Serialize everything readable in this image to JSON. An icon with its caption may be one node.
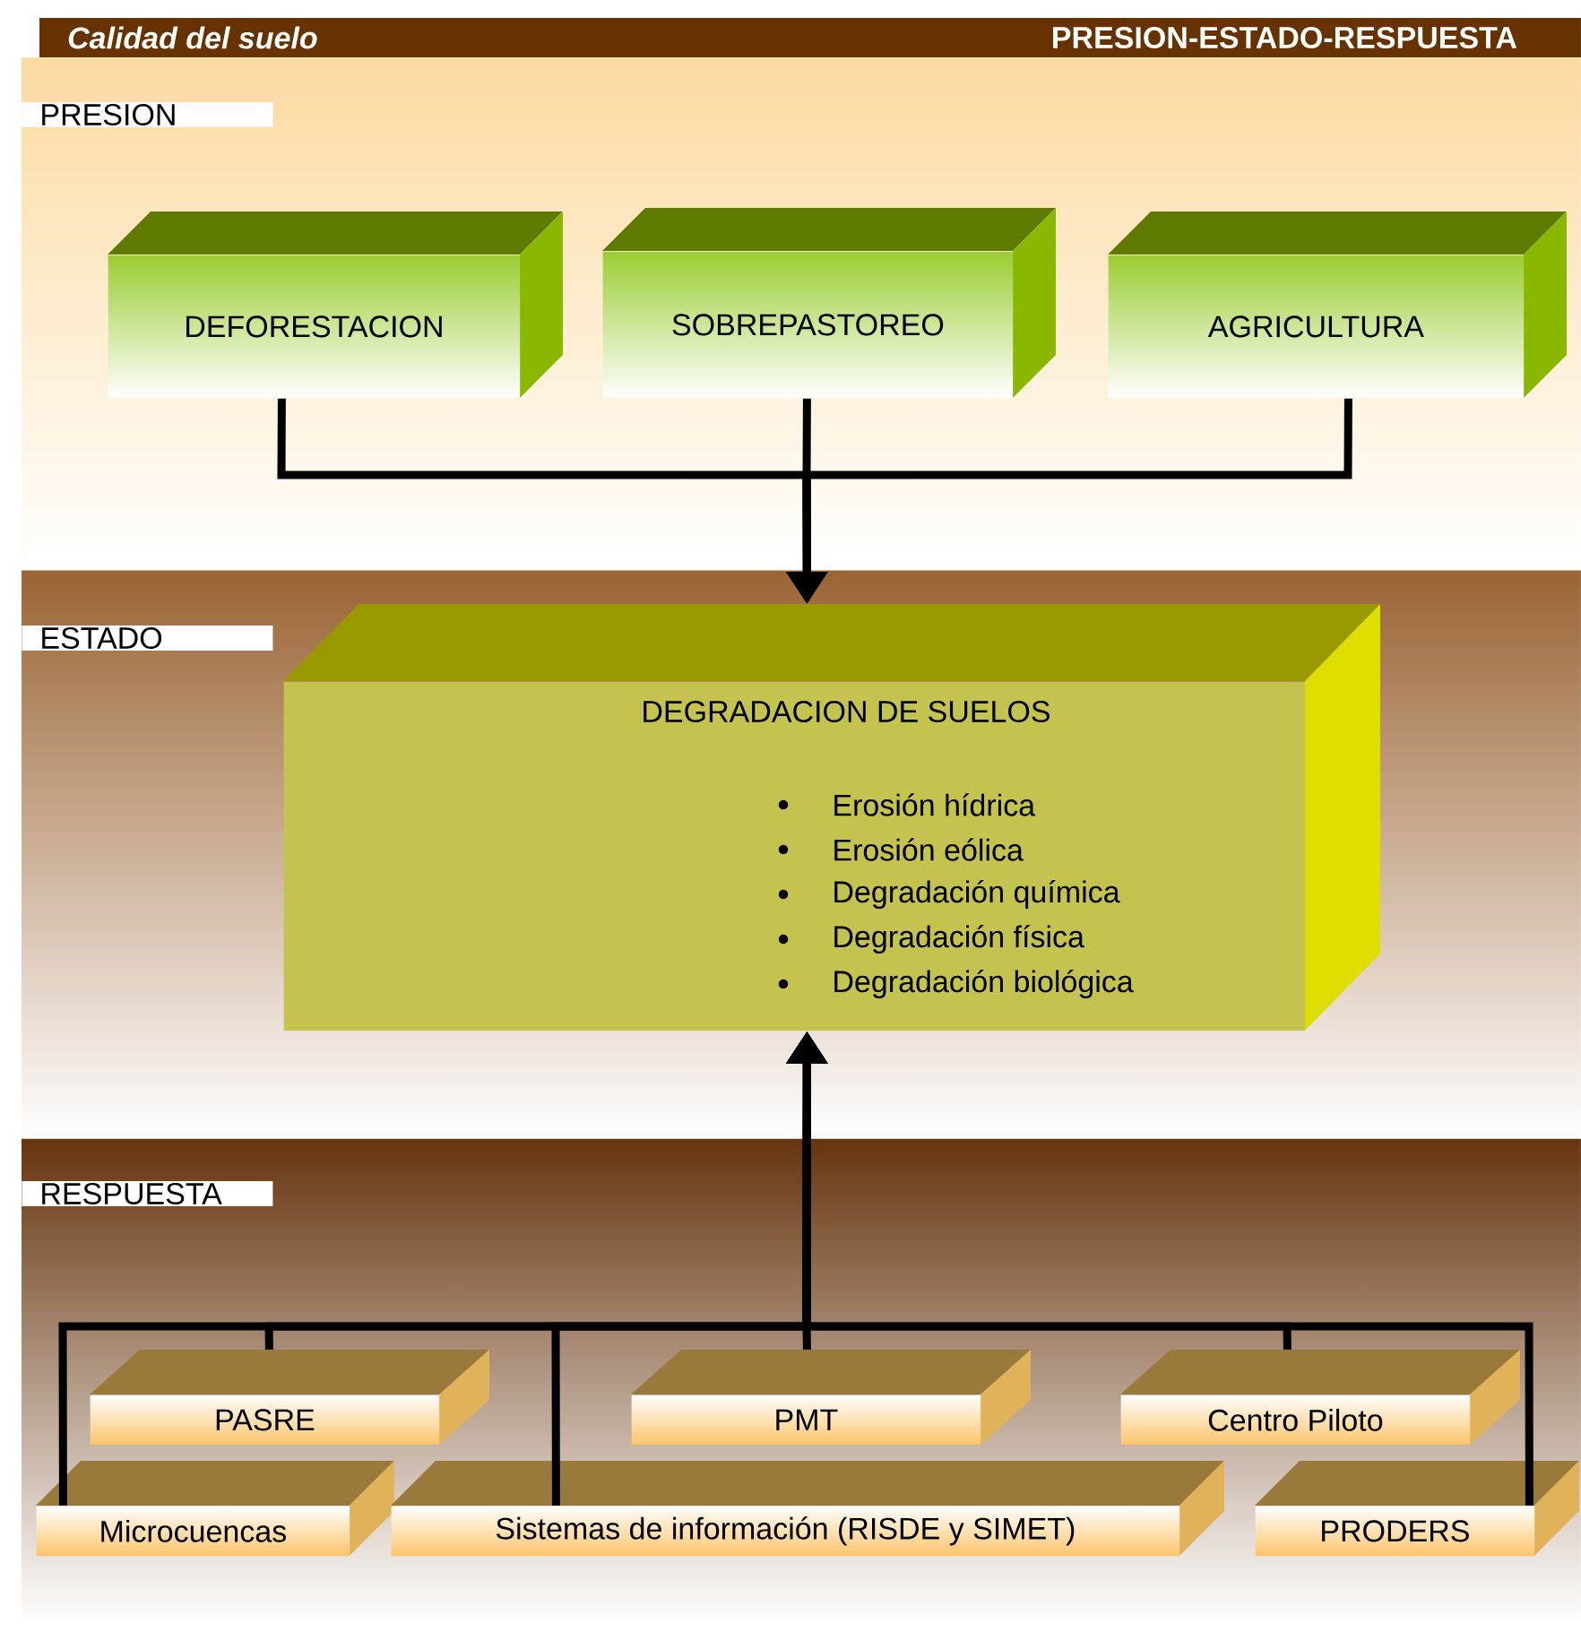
{
  "diagram": {
    "title": "Calidad del suelo",
    "nodes": [
      {
        "text": [
          "DEFORESTACION"
        ]
      },
      {
        "text": [
          "SOBREPASTOREO"
        ]
      },
      {
        "text": [
          "AGRICULTURA"
        ]
      },
      {
        "text": [
          "DEGRADACION DE SUELOS",
          "Erosión hídrica",
          "Erosión eólica",
          "Degradación química",
          "Degradación física",
          "Degradación biológica"
        ]
      },
      {
        "text": [
          "PASRE"
        ]
      },
      {
        "text": [
          "PMT"
        ]
      },
      {
        "text": [
          "Centro Piloto"
        ]
      },
      {
        "text": [
          "Microcuencas"
        ]
      },
      {
        "text": [
          "Sistemas de información (RISDE y SIMET)"
        ]
      },
      {
        "text": [
          "PRODERS"
        ]
      }
    ],
    "edges": [
      {
        "from": 0,
        "to": 3,
        "arrow": "to"
      },
      {
        "from": 1,
        "to": 3,
        "arrow": "to"
      },
      {
        "from": 2,
        "to": 3,
        "arrow": "to"
      },
      {
        "from": 4,
        "to": 3,
        "arrow": "to"
      },
      {
        "from": 5,
        "to": 3,
        "arrow": "to"
      },
      {
        "from": 6,
        "to": 3,
        "arrow": "to"
      },
      {
        "from": 7,
        "to": 3,
        "arrow": "to"
      },
      {
        "from": 8,
        "to": 3,
        "arrow": "to"
      },
      {
        "from": 9,
        "to": 3,
        "arrow": "to"
      }
    ],
    "labels": [
      "PRESION-ESTADO-RESPUESTA",
      "PRESION",
      "ESTADO",
      "RESPUESTA"
    ]
  }
}
